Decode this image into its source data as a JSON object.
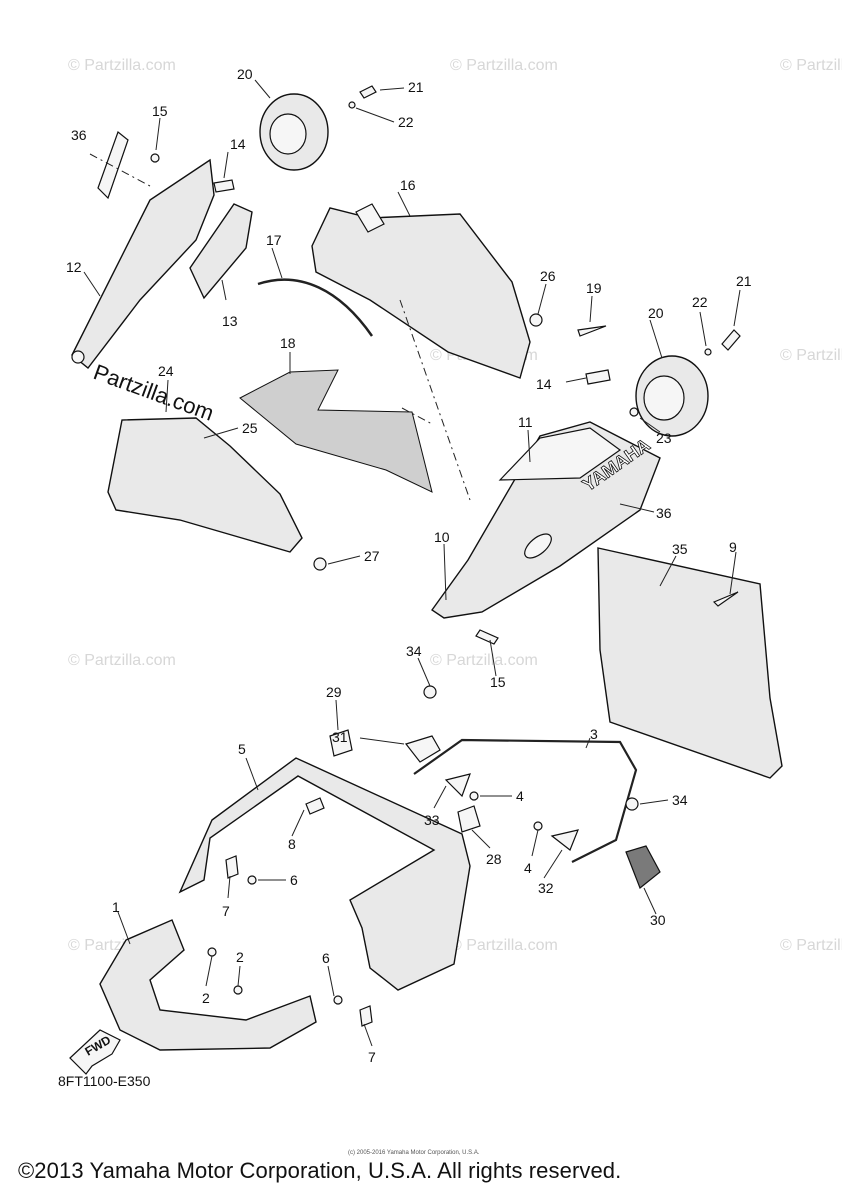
{
  "diagram_code": "8FT1100-E350",
  "copyright": "©2013 Yamaha Motor Corporation, U.S.A. All rights reserved.",
  "small_copyright": "(c) 2005-2016 Yamaha Motor Corporation, U.S.A.",
  "watermark": "© Partzilla.com",
  "brand_watermark": "Partzilla.com",
  "cover_label": "YAMAHA",
  "fwd_label": "FWD",
  "callouts": [
    "20",
    "21",
    "22",
    "15",
    "36",
    "14",
    "16",
    "17",
    "26",
    "19",
    "20",
    "22",
    "21",
    "12",
    "13",
    "18",
    "24",
    "25",
    "14",
    "11",
    "23",
    "36",
    "27",
    "10",
    "35",
    "9",
    "15",
    "34",
    "29",
    "31",
    "5",
    "3",
    "4",
    "34",
    "8",
    "33",
    "28",
    "6",
    "4",
    "32",
    "30",
    "7",
    "1",
    "2",
    "2",
    "6",
    "7"
  ]
}
